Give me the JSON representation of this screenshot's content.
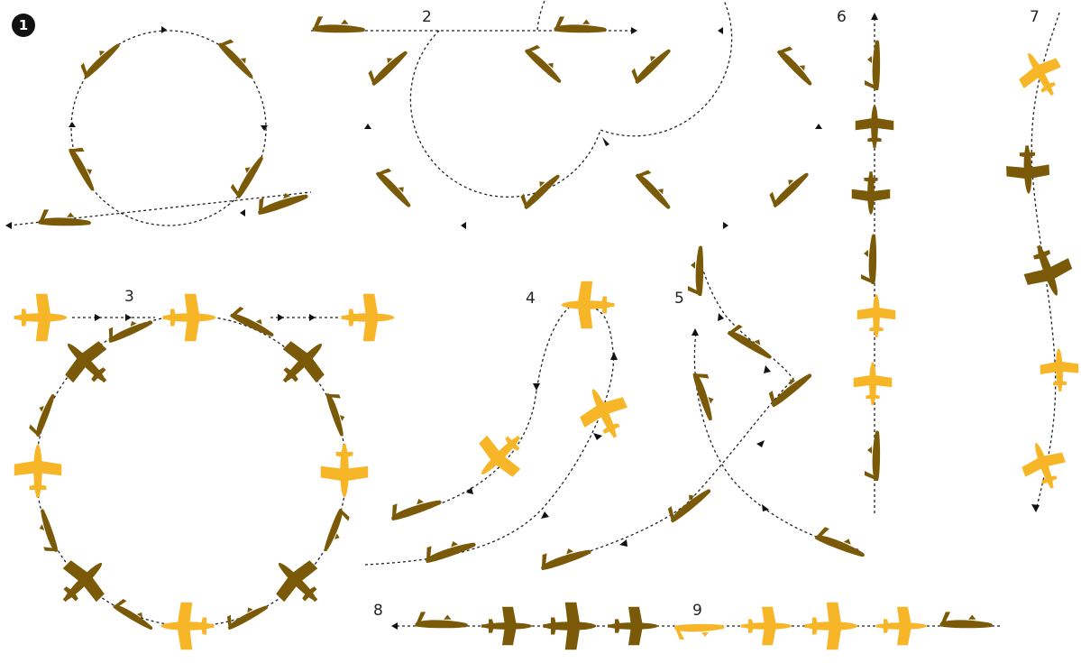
{
  "badge": "1",
  "labels": {
    "l2": "2",
    "l3": "3",
    "l4": "4",
    "l5": "5",
    "l6": "6",
    "l7": "7",
    "l8": "8",
    "l9": "9"
  },
  "colors": {
    "light": "#f7b528",
    "dark": "#7a5a08",
    "line": "#222222"
  }
}
